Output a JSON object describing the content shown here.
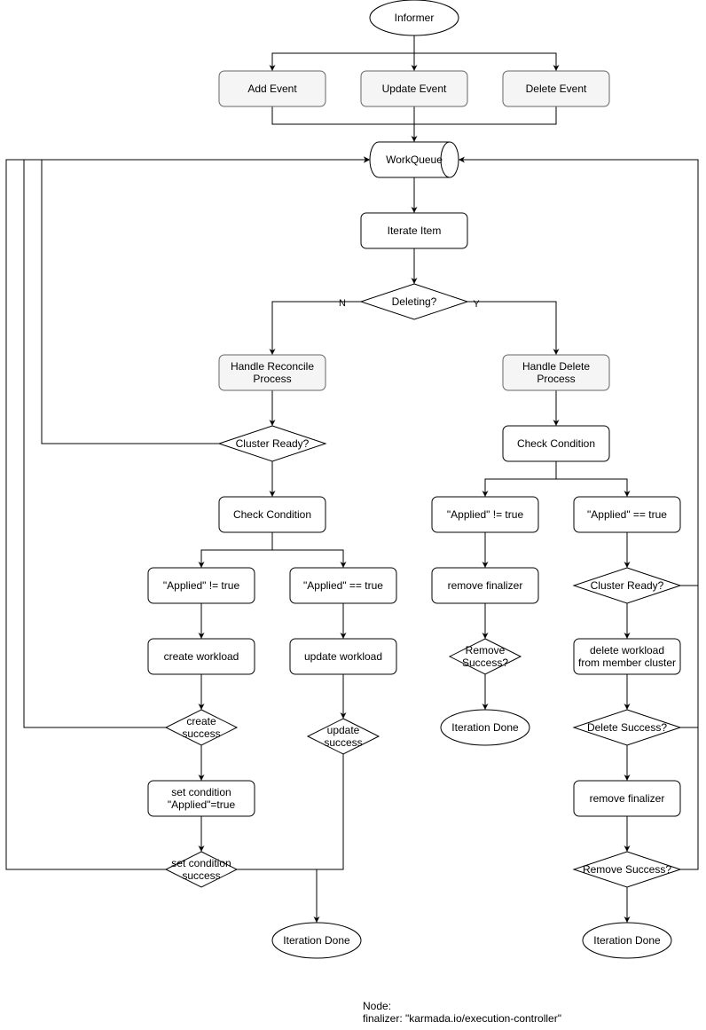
{
  "nodes": {
    "informer": "Informer",
    "add_event": "Add Event",
    "update_event": "Update Event",
    "delete_event": "Delete Event",
    "workqueue": "WorkQueue",
    "iterate_item": "Iterate Item",
    "deleting": "Deleting?",
    "label_n": "N",
    "label_y": "Y",
    "handle_reconcile": [
      "Handle Reconcile",
      "Process"
    ],
    "handle_delete": [
      "Handle Delete",
      "Process"
    ],
    "cluster_ready_left": "Cluster Ready?",
    "check_condition_left": "Check Condition",
    "check_condition_right": "Check Condition",
    "applied_ne_left": "\"Applied\" != true",
    "applied_eq_left": "\"Applied\" == true",
    "applied_ne_right": "\"Applied\" != true",
    "applied_eq_right": "\"Applied\" == true",
    "create_workload": "create workload",
    "update_workload": "update workload",
    "remove_finalizer_mid": "remove finalizer",
    "cluster_ready_right": "Cluster Ready?",
    "create_success": [
      "create",
      "success"
    ],
    "update_success": [
      "update",
      "success"
    ],
    "remove_success_mid": [
      "Remove",
      "Success?"
    ],
    "delete_workload": [
      "delete workload",
      "from member cluster"
    ],
    "set_condition": [
      "set  condition",
      "\"Applied\"=true"
    ],
    "iteration_done_mid": "Iteration Done",
    "delete_success": "Delete Success?",
    "remove_finalizer_right": "remove finalizer",
    "set_condition_success": [
      "set condition",
      "success"
    ],
    "remove_success_right": "Remove Success?",
    "iteration_done_left": "Iteration Done",
    "iteration_done_right": "Iteration Done"
  },
  "note": {
    "line1": "Node:",
    "line2": "finalizer: \"karmada.io/execution-controller\""
  }
}
